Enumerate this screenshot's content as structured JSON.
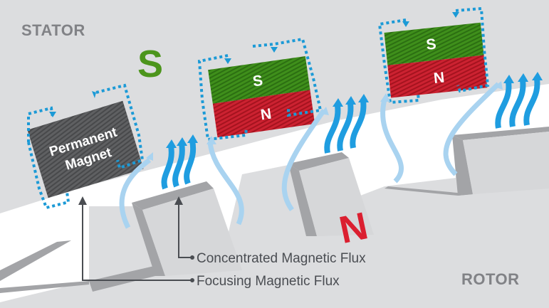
{
  "diagram": {
    "title_regions": {
      "stator": "STATOR",
      "rotor": "ROTOR"
    },
    "poles": {
      "stator_pole": "S",
      "rotor_pole": "N"
    },
    "permanent_magnet": {
      "line1": "Permanent",
      "line2": "Magnet"
    },
    "electromagnets": [
      {
        "top_label": "S",
        "bottom_label": "N"
      },
      {
        "top_label": "S",
        "bottom_label": "N"
      }
    ],
    "callouts": [
      {
        "label": "Concentrated Magnetic Flux"
      },
      {
        "label": "Focusing Magnetic Flux"
      }
    ],
    "colors": {
      "background": "#dcdddf",
      "air_gap": "#ffffff",
      "rotor_tooth_face": "#d6d7d9",
      "rotor_tooth_side": "#a3a4a7",
      "magnet_gray": "#5a5a5c",
      "magnet_green": "#3d8a1a",
      "magnet_red": "#c8202f",
      "pole_green": "#4c951c",
      "pole_red": "#db1f30",
      "flux_strong": "#1f9de0",
      "flux_light": "#a9d3f0",
      "dotted_path": "#1c9ad6",
      "label_gray": "#818286",
      "callout_text": "#4a4d52"
    }
  }
}
